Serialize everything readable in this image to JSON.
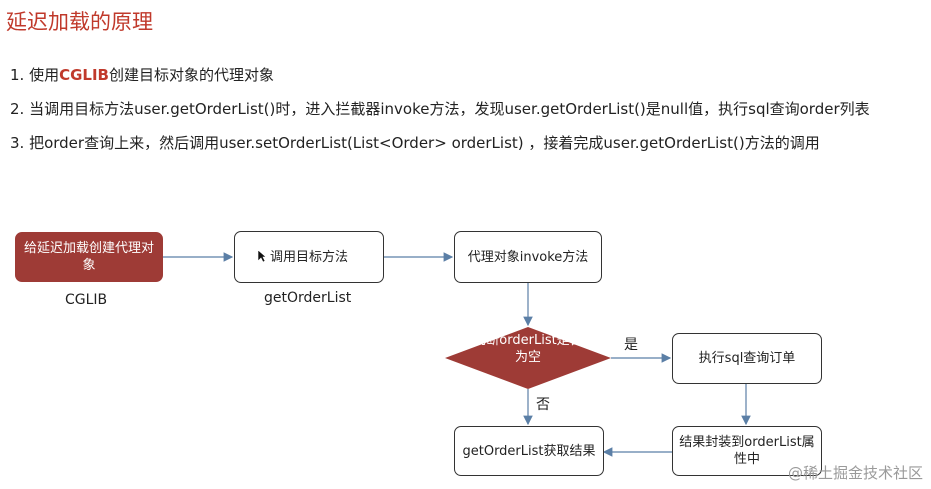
{
  "page": {
    "title": "延迟加载的原理",
    "points": [
      {
        "prefix": "1. 使用",
        "highlight": "CGLIB",
        "suffix": "创建目标对象的代理对象"
      },
      {
        "text": "2. 当调用目标方法user.getOrderList()时，进入拦截器invoke方法，发现user.getOrderList()是null值，执行sql查询order列表"
      },
      {
        "text": "3. 把order查询上来，然后调用user.setOrderList(List<Order> orderList) ，接着完成user.getOrderList()方法的调用"
      }
    ]
  },
  "diagram": {
    "nodes": {
      "create_proxy": "给延迟加载创建代理对象",
      "call_method": "调用目标方法",
      "proxy_invoke": "代理对象invoke方法",
      "decision": "判断orderList是否为空",
      "execute_sql": "执行sql查询订单",
      "wrap_result": "结果封装到orderList属性中",
      "get_result": "getOrderList获取结果"
    },
    "captions": {
      "cglib": "CGLIB",
      "getorderlist": "getOrderList"
    },
    "edge_labels": {
      "yes": "是",
      "no": "否"
    },
    "colors": {
      "accent": "#c0392b",
      "node_fill": "#9e3b36",
      "arrow": "#5b7fa6"
    }
  },
  "watermark": "@稀土掘金技术社区"
}
